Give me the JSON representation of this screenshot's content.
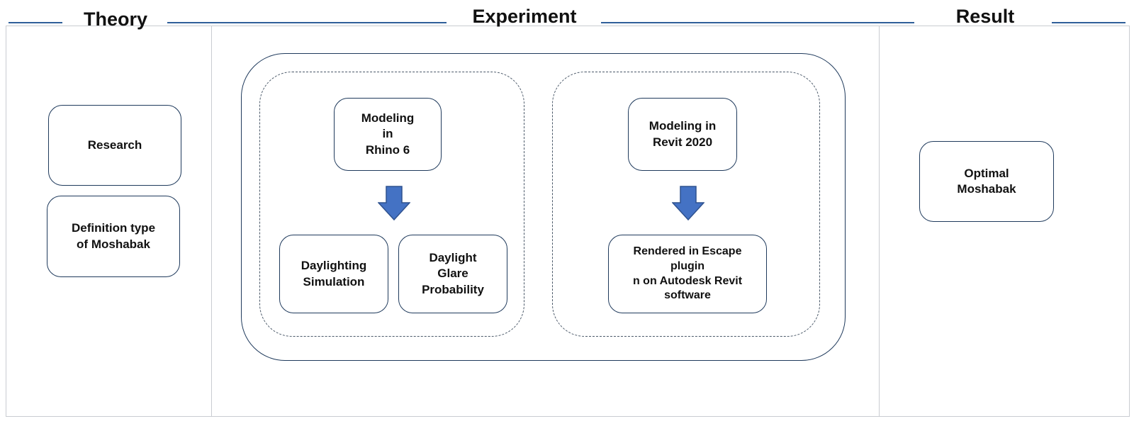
{
  "sections": {
    "theory": {
      "title": "Theory"
    },
    "experiment": {
      "title": "Experiment"
    },
    "result": {
      "title": "Result"
    }
  },
  "theory_boxes": [
    {
      "label": "Research"
    },
    {
      "label": "Definition type\nof Moshabak"
    }
  ],
  "experiment": {
    "left_group": {
      "modeling_box": {
        "label": "Modeling\nin\nRhino 6"
      },
      "outputs": [
        {
          "label": "Daylighting\nSimulation"
        },
        {
          "label": "Daylight\nGlare\nProbability"
        }
      ]
    },
    "right_group": {
      "modeling_box": {
        "label": "Modeling in\nRevit 2020"
      },
      "output": {
        "label": "Rendered in Escape\nplugin\nn on Autodesk Revit\nsoftware"
      }
    }
  },
  "result_box": {
    "label": "Optimal\nMoshabak"
  },
  "colors": {
    "arrow": "#4472c4",
    "arrow_border": "#2f528f",
    "header_line": "#2f5f99",
    "box_border": "#1f3a5c"
  },
  "icons": {
    "flow_arrow": "down-arrow-icon"
  }
}
